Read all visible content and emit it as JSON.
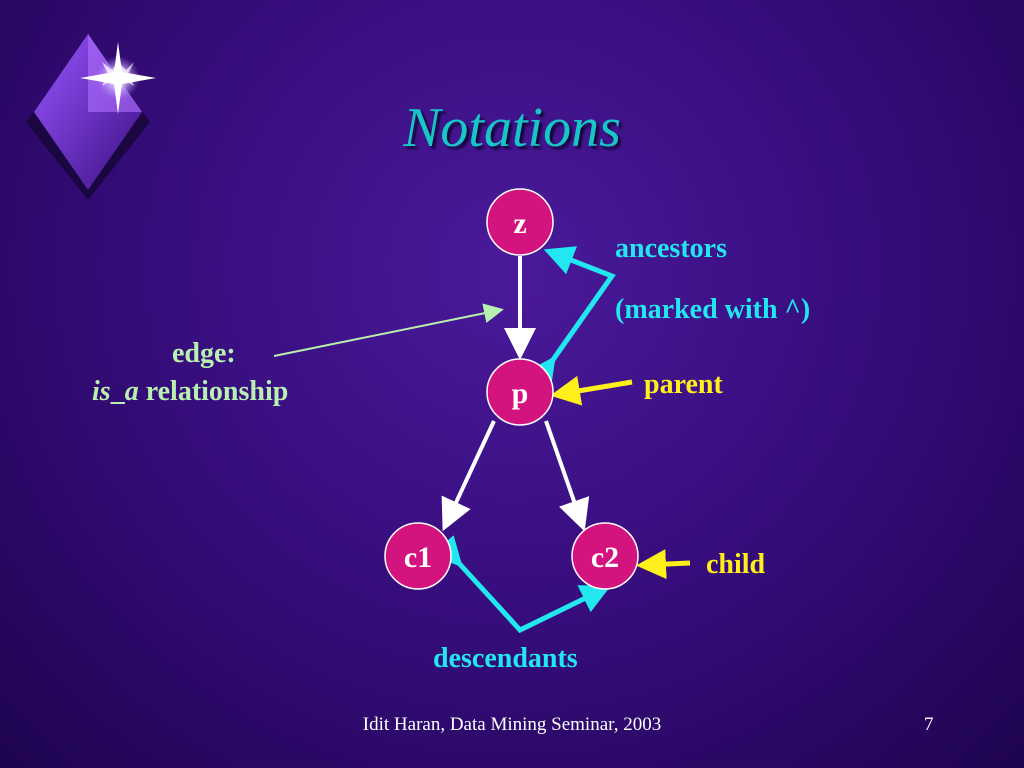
{
  "slide": {
    "title": "Notations",
    "footer": "Idit Haran, Data Mining Seminar, 2003",
    "page_number": "7"
  },
  "nodes": [
    {
      "id": "z",
      "label": "z"
    },
    {
      "id": "p",
      "label": "p"
    },
    {
      "id": "c1",
      "label": "c1"
    },
    {
      "id": "c2",
      "label": "c2"
    }
  ],
  "labels": {
    "ancestors": "ancestors",
    "ancestors_note": "(marked with ^)",
    "parent": "parent",
    "child": "child",
    "descendants": "descendants",
    "edge_heading": "edge:",
    "edge_isa": "is",
    "edge_underscore": "_",
    "edge_a": "a",
    "edge_relationship": " relationship"
  },
  "colors": {
    "node_fill": "#d4147e",
    "edge": "#ffffff",
    "ancestor_arrow": "#22e6f0",
    "parent_child_arrow": "#ffef1a",
    "edge_pointer": "#b8f0b0"
  }
}
